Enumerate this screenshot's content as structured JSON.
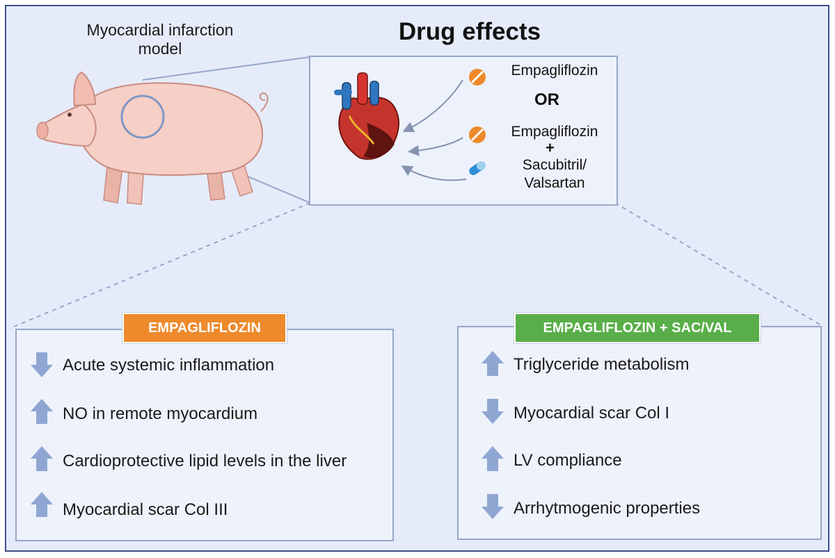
{
  "pig_label": "Myocardial infarction model",
  "title": "Drug effects",
  "treatment": {
    "drug1": "Empagliflozin",
    "or": "OR",
    "drug2": "Empagliflozin",
    "plus": "+",
    "drug3_line1": "Sacubitril/",
    "drug3_line2": "Valsartan"
  },
  "left_panel": {
    "badge": "EMPAGLIFLOZIN",
    "badge_color": "#ee8a2b",
    "items": [
      {
        "direction": "down",
        "text": "Acute systemic inflammation"
      },
      {
        "direction": "up",
        "text": "NO in remote myocardium"
      },
      {
        "direction": "up",
        "text": "Cardioprotective lipid levels in the liver"
      },
      {
        "direction": "up",
        "text": "Myocardial scar Col III"
      }
    ]
  },
  "right_panel": {
    "badge": "EMPAGLIFLOZIN + SAC/VAL",
    "badge_color": "#59ae49",
    "items": [
      {
        "direction": "up",
        "text": "Triglyceride metabolism"
      },
      {
        "direction": "down",
        "text": "Myocardial scar Col I"
      },
      {
        "direction": "up",
        "text": "LV compliance"
      },
      {
        "direction": "down",
        "text": "Arrhytmogenic properties"
      }
    ]
  },
  "colors": {
    "arrow": "#8fa6d3",
    "pill_orange": "#ee8a2b",
    "capsule_blue": "#2f8fd6"
  }
}
